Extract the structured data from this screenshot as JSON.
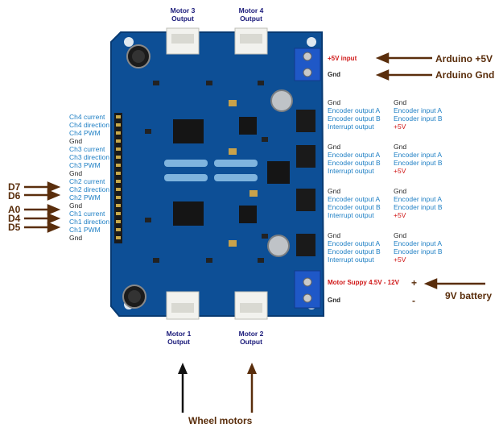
{
  "motor_labels": {
    "m3": [
      "Motor 3",
      "Output"
    ],
    "m4": [
      "Motor 4",
      "Output"
    ],
    "m1": [
      "Motor 1",
      "Output"
    ],
    "m2": [
      "Motor 2",
      "Output"
    ]
  },
  "power": {
    "input_label": "+5V input",
    "gnd_label": "Gnd",
    "arduino_5v": "Arduino +5V",
    "arduino_gnd": "Arduino Gnd",
    "motor_supply_label": "Motor Suppy 4.5V - 12V",
    "motor_gnd_label": "Gnd",
    "plus_sign": "+",
    "minus_sign": "-",
    "battery_label": "9V battery"
  },
  "left_pins": [
    {
      "text": "Ch4 current",
      "color": "blue"
    },
    {
      "text": "Ch4 direction",
      "color": "blue"
    },
    {
      "text": "Ch4 PWM",
      "color": "blue"
    },
    {
      "text": "Gnd",
      "color": "dark"
    },
    {
      "text": "Ch3 current",
      "color": "blue"
    },
    {
      "text": "Ch3 direction",
      "color": "blue"
    },
    {
      "text": "Ch3 PWM",
      "color": "blue"
    },
    {
      "text": "Gnd",
      "color": "dark"
    },
    {
      "text": "Ch2 current",
      "color": "blue"
    },
    {
      "text": "Ch2 direction",
      "color": "blue"
    },
    {
      "text": "Ch2 PWM",
      "color": "blue"
    },
    {
      "text": "Gnd",
      "color": "dark"
    },
    {
      "text": "Ch1 current",
      "color": "blue"
    },
    {
      "text": "Ch1 direction",
      "color": "blue"
    },
    {
      "text": "Ch1 PWM",
      "color": "blue"
    },
    {
      "text": "Gnd",
      "color": "dark"
    }
  ],
  "arduino_pins": {
    "d7": "D7",
    "d6": "D6",
    "a0": "A0",
    "d4": "D4",
    "d5": "D5"
  },
  "encoder_left": [
    {
      "text": "Gnd",
      "color": "dark"
    },
    {
      "text": "Encoder output A",
      "color": "blue"
    },
    {
      "text": "Encoder output B",
      "color": "blue"
    },
    {
      "text": "Interrupt output",
      "color": "blue"
    }
  ],
  "encoder_right": [
    {
      "text": "Gnd",
      "color": "dark"
    },
    {
      "text": "Encoder input A",
      "color": "blue"
    },
    {
      "text": "Encoder input B",
      "color": "blue"
    },
    {
      "text": "+5V",
      "color": "red"
    }
  ],
  "bottom_label": "Wheel motors",
  "colors": {
    "board": "#0d4f96",
    "board_edge": "#083a72",
    "label_blue": "#1e7fc4",
    "label_red": "#d01818",
    "label_brown": "#5a2e0c",
    "label_navy": "#1a1a7a"
  }
}
